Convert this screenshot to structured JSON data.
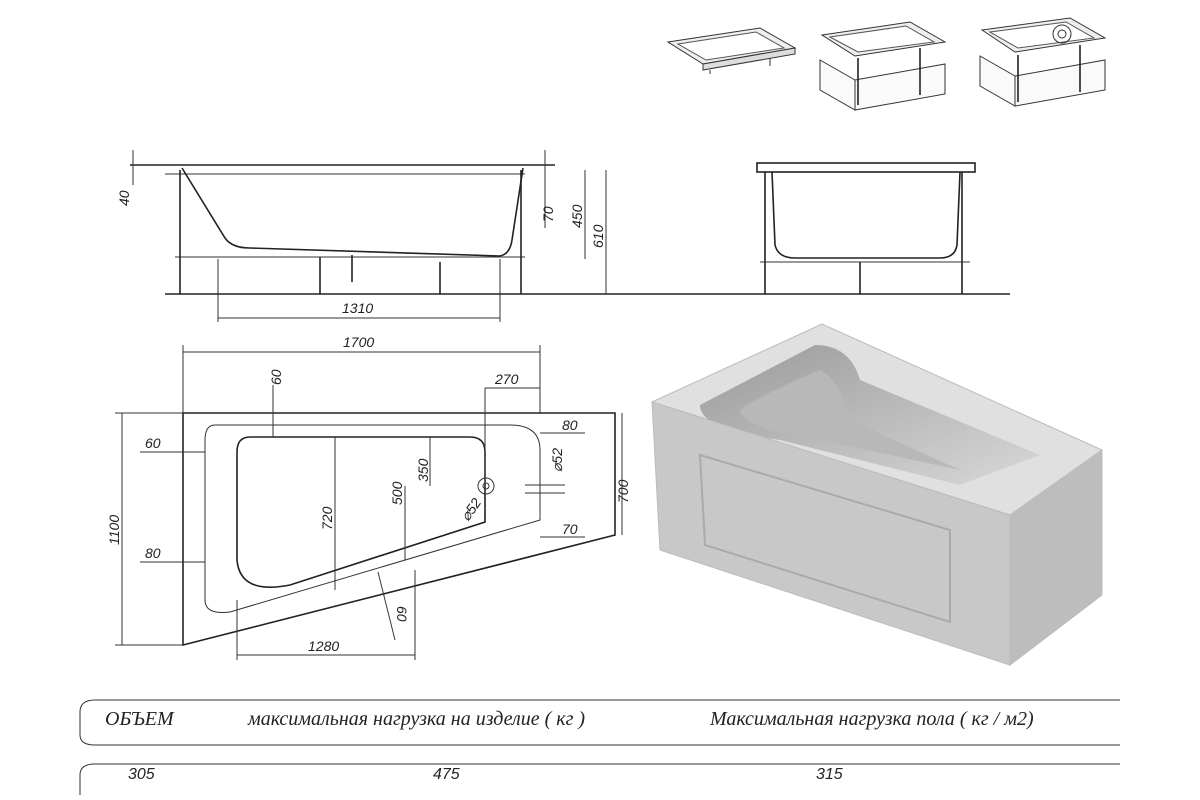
{
  "drawing": {
    "side_view": {
      "dims": {
        "rim": "40",
        "edge": "70",
        "depth": "450",
        "height": "610",
        "bottom_length": "1310"
      }
    },
    "top_view": {
      "dims": {
        "length": "1700",
        "width": "1100",
        "right_width": "700",
        "inner_top": "60",
        "inner_left_top": "60",
        "inner_left_bottom": "80",
        "offset_right": "270",
        "drain_y": "350",
        "drain_depth": "500",
        "bowl_width": "720",
        "overflow": "80",
        "overflow_diam": "⌀52",
        "drain_diam": "⌀52",
        "right_edge": "70",
        "diag": "60",
        "bottom_length": "1280"
      }
    }
  },
  "specs": {
    "headers": [
      "ОБЪЕМ",
      "максимальная нагрузка на изделие ( кг )",
      "Максимальная нагрузка пола ( кг / м2)"
    ],
    "values": [
      "305",
      "475",
      "315"
    ]
  },
  "colors": {
    "render_gray": "#c8c8c8",
    "line": "#333333"
  }
}
